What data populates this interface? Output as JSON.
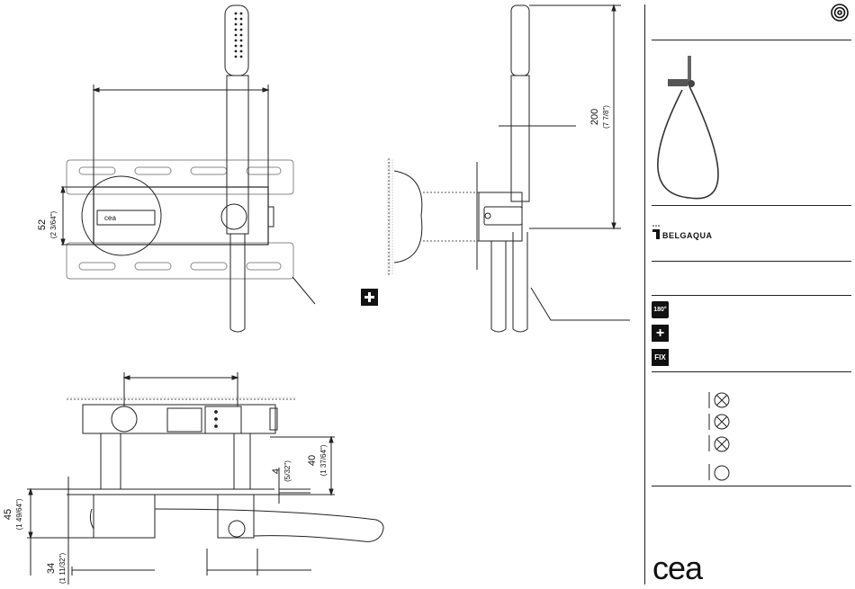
{
  "dimensions": {
    "d52": "52",
    "d52_in": "(2 3/64\")",
    "d200": "200",
    "d200_in": "(7 7/8\")",
    "d40": "40",
    "d40_in": "(1 37/64\")",
    "d4": "4",
    "d4_in": "(5/32\")",
    "d45": "45",
    "d45_in": "(1 49/64\")",
    "d34": "34",
    "d34_in": "(1 11/32\")"
  },
  "product_label": "cea",
  "side_panel": {
    "brand": "BELGAQUA",
    "badges": [
      {
        "icon": "rotate-180-icon",
        "label": "180°"
      },
      {
        "icon": "plus-icon",
        "label": "+"
      },
      {
        "icon": "fix-icon",
        "label": "FIX"
      }
    ],
    "finish_options": [
      {
        "icon": "crossed-circle-icon"
      },
      {
        "icon": "crossed-circle-icon"
      },
      {
        "icon": "crossed-circle-icon"
      },
      {
        "icon": "empty-circle-icon"
      }
    ],
    "logo": "cea"
  }
}
